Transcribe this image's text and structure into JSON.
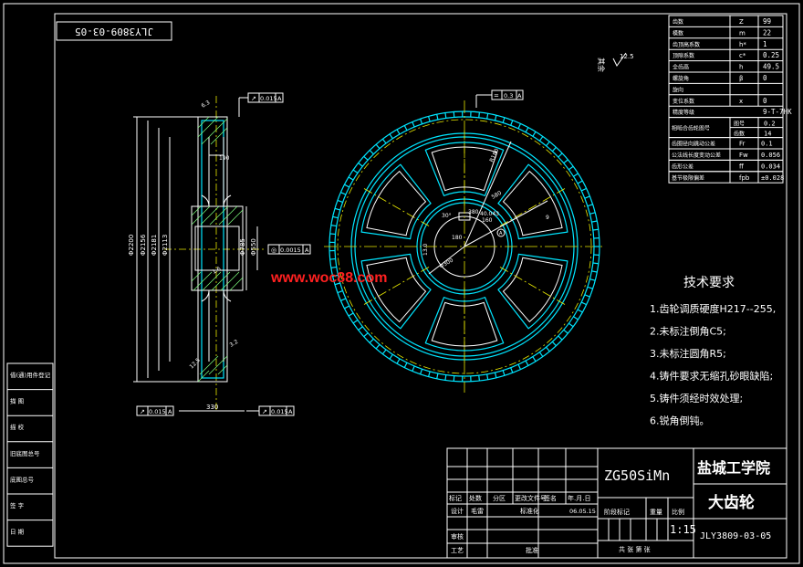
{
  "drawing_number": "JLY3809-03-05",
  "surface_finish": "其余",
  "surface_finish_value": "12.5",
  "params_table": [
    {
      "name": "齿数",
      "sym": "Z",
      "val": "99"
    },
    {
      "name": "模数",
      "sym": "m",
      "val": "22"
    },
    {
      "name": "齿顶高系数",
      "sym": "h*",
      "val": "1"
    },
    {
      "name": "顶隙系数",
      "sym": "c*",
      "val": "0.25"
    },
    {
      "name": "全齿高",
      "sym": "h",
      "val": "49.5"
    },
    {
      "name": "螺旋角",
      "sym": "β",
      "val": "0"
    },
    {
      "name": "旋向",
      "sym": "",
      "val": ""
    },
    {
      "name": "变位系数",
      "sym": "x",
      "val": "0"
    },
    {
      "name": "精度等级",
      "sym": "",
      "val": "9-T-7HK"
    }
  ],
  "mating_gear": {
    "label": "相啮合齿轮图号",
    "r1": "图号",
    "v1": "0.2",
    "r2": "齿数",
    "v2": "14"
  },
  "tolerance_table": [
    {
      "name": "齿圈径向跳动公差",
      "sym": "Fr",
      "val": "0.1"
    },
    {
      "name": "公法线长度变动公差",
      "sym": "Fw",
      "val": "0.056"
    },
    {
      "name": "齿形公差",
      "sym": "ff",
      "val": "0.034"
    },
    {
      "name": "基节极限偏差",
      "sym": "fpb",
      "val": "±0.028"
    }
  ],
  "tech_req_title": "技术要求",
  "tech_reqs": [
    "1.齿轮调质硬度H217--255,",
    "2.未标注倒角C5;",
    "3.未标注圆角R5;",
    "4.铸件要求无缩孔砂眼缺陷;",
    "5.铸件须经时效处理;",
    "6.锐角倒钝。"
  ],
  "watermark": "www.woc88.com",
  "left_strip": [
    "借(通)用件登记",
    "描 图",
    "描 校",
    "旧底图总号",
    "底图总号",
    "签 字",
    "日 期"
  ],
  "title_block": {
    "material": "ZG50SiMn",
    "school": "盐城工学院",
    "part_name": "大齿轮",
    "scale": "1:15",
    "drawing_no": "JLY3809-03-05",
    "h_mark": "标记",
    "h_count": "处数",
    "h_zone": "分区",
    "h_doc": "更改文件号",
    "h_sign": "签名",
    "h_date": "年.月.日",
    "r_design": "设计",
    "designer": "毛雷",
    "r_std": "标准化",
    "date": "06.05.15",
    "r_check": "审核",
    "r_process": "工艺",
    "r_approve": "批准",
    "stage_label": "阶段标记",
    "weight_label": "重量",
    "scale_label": "比例",
    "sheet_total": "共 张 第 张"
  },
  "dims": {
    "d_tip": "Φ2200",
    "d_root": "Φ2156",
    "d_rim1": "Φ2181",
    "d_rim2": "Φ2113",
    "d_hub": "Φ785",
    "d_hub2": "Φ550",
    "d_bore": "Φ300",
    "width": "330",
    "rim_w": "190",
    "tol1": "0.015",
    "tol2": "0.0015",
    "tol3": "0.3",
    "ref_a": "A",
    "ra1": "6.3",
    "ra2": "3.2",
    "ra3": "1.6",
    "ra4": "12.5",
    "r180": "R180",
    "d580": "580",
    "d380": "380",
    "d040": "40.043",
    "d160": "160",
    "d180": "180",
    "d9": "9",
    "ang": "30°",
    "kw": "ф300",
    "kw2": "13.0"
  }
}
